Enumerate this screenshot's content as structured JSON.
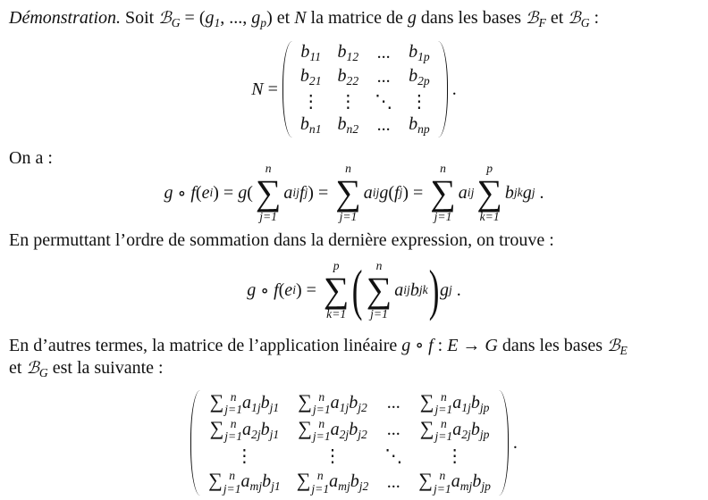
{
  "line1": [
    {
      "em": "Démonstration."
    },
    {
      "t": " Soit "
    },
    {
      "cal": "ℬ",
      "_": "G"
    },
    {
      "o": " = ("
    },
    {
      "m": "g",
      "_": "1"
    },
    {
      "o": ", ..., "
    },
    {
      "m": "g",
      "_": "p"
    },
    {
      "o": ")"
    },
    {
      "t": " et "
    },
    {
      "m": "N"
    },
    {
      "t": " la matrice de "
    },
    {
      "m": "g"
    },
    {
      "t": " dans les bases "
    },
    {
      "cal": "ℬ",
      "_": "F"
    },
    {
      "t": " et "
    },
    {
      "cal": "ℬ",
      "_": "G"
    },
    {
      "t": " :"
    }
  ],
  "eq_N": [
    {
      "m": "N"
    },
    {
      "o": " = "
    },
    {
      "matrix": [
        [
          [
            {
              "m": "b",
              "_": "11"
            }
          ],
          [
            {
              "m": "b",
              "_": "12"
            }
          ],
          [
            {
              "o": "..."
            }
          ],
          [
            {
              "m": "b",
              "_": "1p"
            }
          ]
        ],
        [
          [
            {
              "m": "b",
              "_": "21"
            }
          ],
          [
            {
              "m": "b",
              "_": "22"
            }
          ],
          [
            {
              "o": "..."
            }
          ],
          [
            {
              "m": "b",
              "_": "2p"
            }
          ]
        ],
        [
          [
            {
              "o": "⋮"
            }
          ],
          [
            {
              "o": "⋮"
            }
          ],
          [
            {
              "o": "⋱"
            }
          ],
          [
            {
              "o": "⋮"
            }
          ]
        ],
        [
          [
            {
              "m": "b",
              "_": "n1"
            }
          ],
          [
            {
              "m": "b",
              "_": "n2"
            }
          ],
          [
            {
              "o": "..."
            }
          ],
          [
            {
              "m": "b",
              "_": "np"
            }
          ]
        ]
      ],
      "cls": "N"
    },
    {
      "o": " ."
    }
  ],
  "line_on_a": [
    {
      "t": "On a :"
    }
  ],
  "eq_2": [
    {
      "m": "g"
    },
    {
      "o": " ∘ "
    },
    {
      "m": "f"
    },
    {
      "o": "("
    },
    {
      "m": "e",
      "_": "i"
    },
    {
      "o": ") = "
    },
    {
      "m": "g"
    },
    {
      "o": "("
    },
    {
      "sum": "∑",
      "top": "n",
      "bot": "j=1"
    },
    {
      "m": "a",
      "_": "ij"
    },
    {
      "m": "f",
      "_": "j"
    },
    {
      "o": ") = "
    },
    {
      "sum": "∑",
      "top": "n",
      "bot": "j=1"
    },
    {
      "m": "a",
      "_": "ij"
    },
    {
      "m": "g"
    },
    {
      "o": "("
    },
    {
      "m": "f",
      "_": "j"
    },
    {
      "o": ") = "
    },
    {
      "sum": "∑",
      "top": "n",
      "bot": "j=1"
    },
    {
      "m": "a",
      "_": "ij"
    },
    {
      "sum": "∑",
      "top": "p",
      "bot": "k=1"
    },
    {
      "m": "b",
      "_": "jk"
    },
    {
      "m": "g",
      "_": "j"
    },
    {
      "o": " ."
    }
  ],
  "line_permut": [
    {
      "t": "En permuttant l’ordre de sommation dans la dernière expression, on trouve :"
    }
  ],
  "eq_3": [
    {
      "m": "g"
    },
    {
      "o": " ∘ "
    },
    {
      "m": "f"
    },
    {
      "o": "("
    },
    {
      "m": "e",
      "_": "i"
    },
    {
      "o": ") = "
    },
    {
      "sum": "∑",
      "top": "p",
      "bot": "k=1"
    },
    {
      "big": "("
    },
    {
      "sum": "∑",
      "top": "n",
      "bot": "j=1"
    },
    {
      "m": "a",
      "_": "ij"
    },
    {
      "m": "b",
      "_": "jk"
    },
    {
      "big": ")"
    },
    {
      "m": "g",
      "_": "j"
    },
    {
      "o": " ."
    }
  ],
  "line_autres_1": [
    {
      "t": "En d’autres termes, la matrice de l’application linéaire "
    },
    {
      "m": "g"
    },
    {
      "o": " ∘ "
    },
    {
      "m": "f"
    },
    {
      "o": " : "
    },
    {
      "m": "E"
    },
    {
      "o": " → "
    },
    {
      "m": "G"
    },
    {
      "t": " dans les bases "
    },
    {
      "cal": "ℬ",
      "_": "E"
    }
  ],
  "line_autres_2": [
    {
      "t": "et "
    },
    {
      "cal": "ℬ",
      "_": "G"
    },
    {
      "t": " est la suivante :"
    }
  ],
  "eq_M": [
    {
      "matrix": [
        [
          [
            {
              "isum": "∑",
              "^": "n",
              "_": "j=1"
            },
            {
              "m": "a",
              "_": "1j"
            },
            {
              "m": "b",
              "_": "j1"
            }
          ],
          [
            {
              "isum": "∑",
              "^": "n",
              "_": "j=1"
            },
            {
              "m": "a",
              "_": "1j"
            },
            {
              "m": "b",
              "_": "j2"
            }
          ],
          [
            {
              "o": "..."
            }
          ],
          [
            {
              "isum": "∑",
              "^": "n",
              "_": "j=1"
            },
            {
              "m": "a",
              "_": "1j"
            },
            {
              "m": "b",
              "_": "jp"
            }
          ]
        ],
        [
          [
            {
              "isum": "∑",
              "^": "n",
              "_": "j=1"
            },
            {
              "m": "a",
              "_": "2j"
            },
            {
              "m": "b",
              "_": "j1"
            }
          ],
          [
            {
              "isum": "∑",
              "^": "n",
              "_": "j=1"
            },
            {
              "m": "a",
              "_": "2j"
            },
            {
              "m": "b",
              "_": "j2"
            }
          ],
          [
            {
              "o": "..."
            }
          ],
          [
            {
              "isum": "∑",
              "^": "n",
              "_": "j=1"
            },
            {
              "m": "a",
              "_": "2j"
            },
            {
              "m": "b",
              "_": "jp"
            }
          ]
        ],
        [
          [
            {
              "o": "⋮"
            }
          ],
          [
            {
              "o": "⋮"
            }
          ],
          [
            {
              "o": "⋱"
            }
          ],
          [
            {
              "o": "⋮"
            }
          ]
        ],
        [
          [
            {
              "isum": "∑",
              "^": "n",
              "_": "j=1"
            },
            {
              "m": "a",
              "_": "mj"
            },
            {
              "m": "b",
              "_": "j1"
            }
          ],
          [
            {
              "isum": "∑",
              "^": "n",
              "_": "j=1"
            },
            {
              "m": "a",
              "_": "mj"
            },
            {
              "m": "b",
              "_": "j2"
            }
          ],
          [
            {
              "o": "..."
            }
          ],
          [
            {
              "isum": "∑",
              "^": "n",
              "_": "j=1"
            },
            {
              "m": "a",
              "_": "mj"
            },
            {
              "m": "b",
              "_": "jp"
            }
          ]
        ]
      ],
      "cls": "M"
    },
    {
      "o": " ."
    }
  ]
}
